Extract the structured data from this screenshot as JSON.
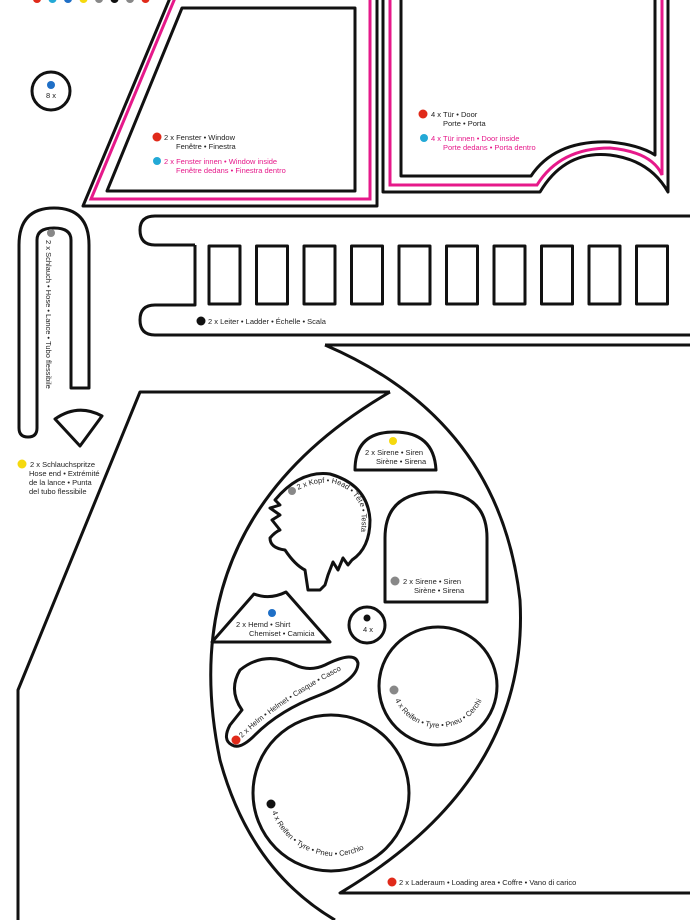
{
  "colors": {
    "red": "#e02a1a",
    "cyan": "#23a9d6",
    "blue": "#1f6fc6",
    "yellow": "#f5d90e",
    "gray": "#888888",
    "black": "#111111",
    "pink": "#e6198a"
  },
  "legend_dots": [
    "red",
    "cyan",
    "blue",
    "yellow",
    "gray",
    "black",
    "gray",
    "red"
  ],
  "parts": {
    "rivet": {
      "count": "8 x"
    },
    "window": {
      "l1": "2 x Fenster • Window",
      "l2": "Fenêtre • Finestra"
    },
    "window_inside": {
      "l1": "2 x Fenster innen • Window inside",
      "l2": "Fenêtre dedans • Finestra dentro"
    },
    "door": {
      "l1": "4 x Tür • Door",
      "l2": "Porte • Porta"
    },
    "door_inside": {
      "l1": "4 x Tür innen • Door inside",
      "l2": "Porte dedans • Porta dentro"
    },
    "hose": {
      "label": "2 x Schlauch • Hose • Lance • Tubo flessibile"
    },
    "ladder": {
      "label": "2 x Leiter • Ladder • Échelle • Scala"
    },
    "hose_end": {
      "l1": "2 x Schlauchspritze",
      "l2": "Hose end • Extrémité",
      "l3": "de la lance • Punta",
      "l4": "del tubo flessibile"
    },
    "siren_small": {
      "l1": "2 x Sirene • Siren",
      "l2": "Sirène • Sirena"
    },
    "head": {
      "label": "2 x Kopf • Head • Tête • Testa"
    },
    "siren_large": {
      "l1": "2 x Sirene • Siren",
      "l2": "Sirène • Sirena"
    },
    "shirt": {
      "l1": "2 x Hemd • Shirt",
      "l2": "Chemiset • Camicia"
    },
    "button": {
      "count": "4 x"
    },
    "helmet": {
      "label": "2 x Helm • Helmet • Casque • Casco"
    },
    "tyre_small": {
      "label": "4 x Reifen • Tyre • Pneu • Cerchio"
    },
    "tyre_large": {
      "label": "4 x Reifen • Tyre • Pneu • Cerchio"
    },
    "loading": {
      "label": "2 x Laderaum • Loading area • Coffre • Vano di carico"
    }
  }
}
